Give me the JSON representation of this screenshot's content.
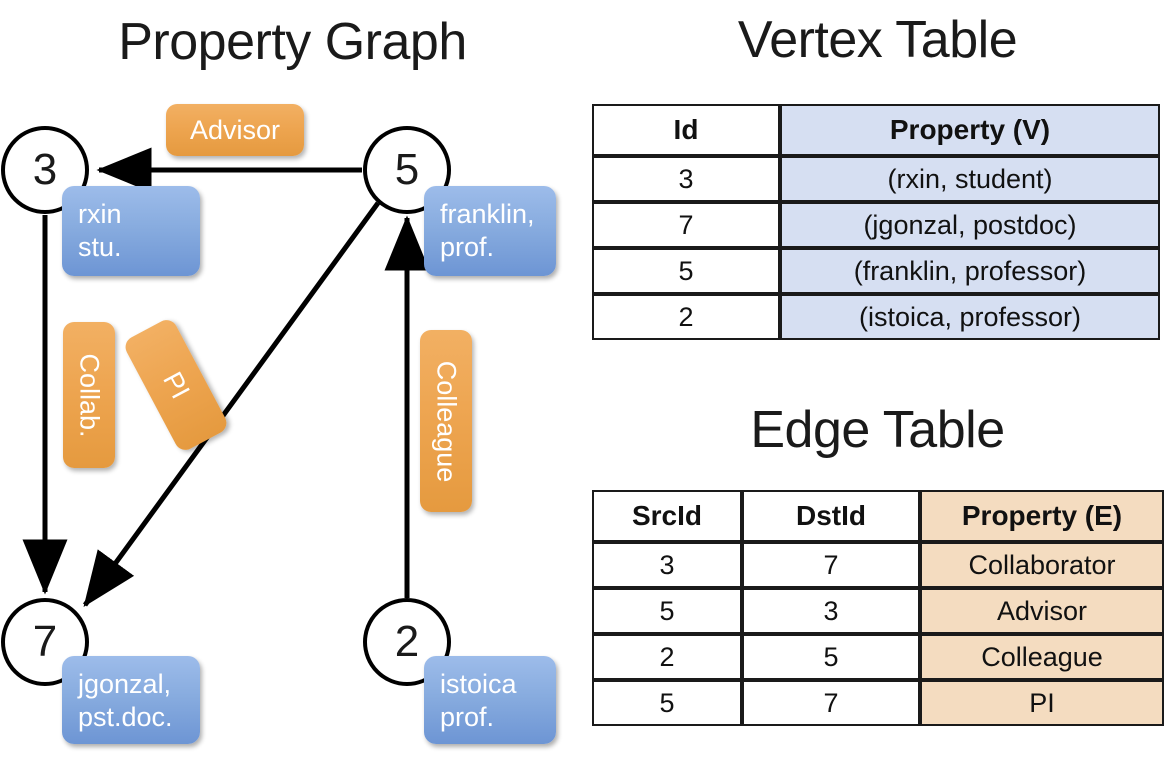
{
  "titles": {
    "graph": "Property Graph",
    "vertex_table": "Vertex Table",
    "edge_table": "Edge Table"
  },
  "graph": {
    "nodes": [
      {
        "id": "3",
        "property": "rxin\nstu."
      },
      {
        "id": "5",
        "property": "franklin,\nprof."
      },
      {
        "id": "7",
        "property": "jgonzal,\npst.doc."
      },
      {
        "id": "2",
        "property": "istoica\nprof."
      }
    ],
    "edge_labels": [
      {
        "name": "advisor",
        "text": "Advisor"
      },
      {
        "name": "collab",
        "text": "Collab."
      },
      {
        "name": "pi",
        "text": "PI"
      },
      {
        "name": "colleague",
        "text": "Colleague"
      }
    ],
    "edges": [
      {
        "src": "5",
        "dst": "3",
        "label": "Advisor"
      },
      {
        "src": "3",
        "dst": "7",
        "label": "Collab."
      },
      {
        "src": "5",
        "dst": "7",
        "label": "PI"
      },
      {
        "src": "2",
        "dst": "5",
        "label": "Colleague"
      }
    ]
  },
  "vertex_table": {
    "headers": [
      "Id",
      "Property (V)"
    ],
    "rows": [
      {
        "id": "3",
        "property": "(rxin, student)"
      },
      {
        "id": "7",
        "property": "(jgonzal, postdoc)"
      },
      {
        "id": "5",
        "property": "(franklin, professor)"
      },
      {
        "id": "2",
        "property": "(istoica, professor)"
      }
    ]
  },
  "edge_table": {
    "headers": [
      "SrcId",
      "DstId",
      "Property (E)"
    ],
    "rows": [
      {
        "src": "3",
        "dst": "7",
        "property": "Collaborator"
      },
      {
        "src": "5",
        "dst": "3",
        "property": "Advisor"
      },
      {
        "src": "2",
        "dst": "5",
        "property": "Colleague"
      },
      {
        "src": "5",
        "dst": "7",
        "property": "PI"
      }
    ]
  },
  "colors": {
    "node_property_blue": "#88acdf",
    "edge_label_orange": "#eda44f",
    "vertex_cell_blue": "#d6dff2",
    "edge_cell_orange": "#f4dcc0",
    "stroke": "#1a1a1a"
  }
}
